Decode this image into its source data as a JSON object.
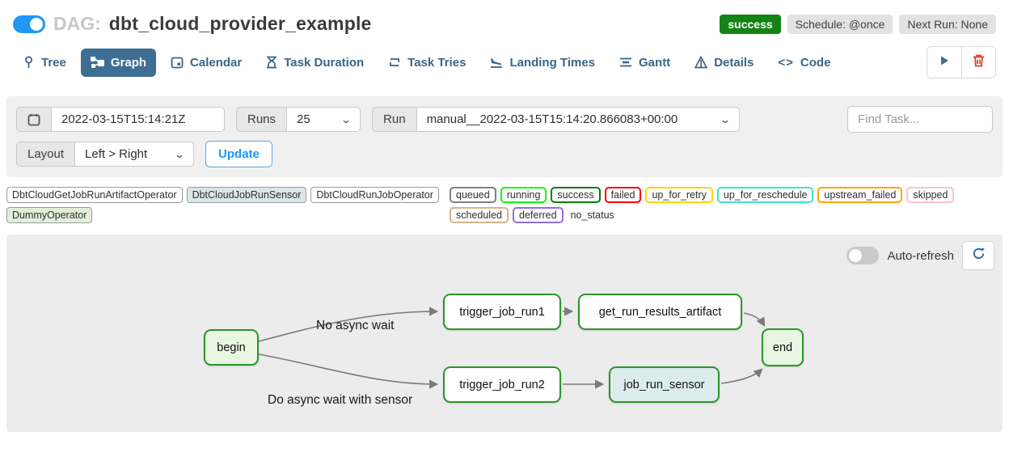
{
  "header": {
    "dag_prefix": "DAG:",
    "dag_title": "dbt_cloud_provider_example",
    "status_badge": "success",
    "schedule_badge": "Schedule: @once",
    "next_run_badge": "Next Run: None",
    "dag_enabled": true
  },
  "tabs": [
    {
      "label": "Tree"
    },
    {
      "label": "Graph",
      "active": true
    },
    {
      "label": "Calendar"
    },
    {
      "label": "Task Duration"
    },
    {
      "label": "Task Tries"
    },
    {
      "label": "Landing Times"
    },
    {
      "label": "Gantt"
    },
    {
      "label": "Details"
    },
    {
      "label": "Code"
    }
  ],
  "filters": {
    "date_value": "2022-03-15T15:14:21Z",
    "runs_label": "Runs",
    "runs_value": "25",
    "run_label": "Run",
    "run_value": "manual__2022-03-15T15:14:20.866083+00:00",
    "find_task_placeholder": "Find Task...",
    "layout_label": "Layout",
    "layout_value": "Left > Right",
    "update_label": "Update"
  },
  "legend": {
    "operators": [
      {
        "label": "DbtCloudGetJobRunArtifactOperator",
        "color": "#ffffff"
      },
      {
        "label": "DbtCloudJobRunSensor",
        "color": "#d9e7e8"
      },
      {
        "label": "DbtCloudRunJobOperator",
        "color": "#ffffff"
      },
      {
        "label": "DummyOperator",
        "color": "#e1efda"
      }
    ],
    "statuses": [
      {
        "label": "queued",
        "color": "#808080"
      },
      {
        "label": "running",
        "color": "#00ff00"
      },
      {
        "label": "success",
        "color": "#008000"
      },
      {
        "label": "failed",
        "color": "#ff0000"
      },
      {
        "label": "up_for_retry",
        "color": "#ffd700"
      },
      {
        "label": "up_for_reschedule",
        "color": "#40e0d0"
      },
      {
        "label": "upstream_failed",
        "color": "#ffa500"
      },
      {
        "label": "skipped",
        "color": "#ffc0cb"
      },
      {
        "label": "scheduled",
        "color": "#d2b48c"
      },
      {
        "label": "deferred",
        "color": "#9370db"
      },
      {
        "label": "no_status",
        "color": "none"
      }
    ]
  },
  "graph_controls": {
    "auto_refresh_label": "Auto-refresh",
    "auto_refresh_on": false
  },
  "graph": {
    "nodes": [
      {
        "id": "begin",
        "label": "begin",
        "operator": "DummyOperator",
        "state": "success"
      },
      {
        "id": "trigger_job_run1",
        "label": "trigger_job_run1",
        "operator": "DbtCloudRunJobOperator",
        "state": "success"
      },
      {
        "id": "get_run_results_artifact",
        "label": "get_run_results_artifact",
        "operator": "DbtCloudGetJobRunArtifactOperator",
        "state": "success"
      },
      {
        "id": "end",
        "label": "end",
        "operator": "DummyOperator",
        "state": "success"
      },
      {
        "id": "trigger_job_run2",
        "label": "trigger_job_run2",
        "operator": "DbtCloudRunJobOperator",
        "state": "success"
      },
      {
        "id": "job_run_sensor",
        "label": "job_run_sensor",
        "operator": "DbtCloudJobRunSensor",
        "state": "success"
      }
    ],
    "edges": [
      {
        "from": "begin",
        "to": "trigger_job_run1",
        "label": "No async wait"
      },
      {
        "from": "begin",
        "to": "trigger_job_run2",
        "label": "Do async wait with sensor"
      },
      {
        "from": "trigger_job_run1",
        "to": "get_run_results_artifact",
        "label": ""
      },
      {
        "from": "get_run_results_artifact",
        "to": "end",
        "label": ""
      },
      {
        "from": "trigger_job_run2",
        "to": "job_run_sensor",
        "label": ""
      },
      {
        "from": "job_run_sensor",
        "to": "end",
        "label": ""
      }
    ]
  },
  "colors": {
    "accent_blue": "#2196f3",
    "tab_active_bg": "#3d6e93",
    "success_green": "#138413",
    "node_border_green": "#2a962a",
    "edge_gray": "#7a7a7a",
    "trash_red": "#e43921"
  }
}
